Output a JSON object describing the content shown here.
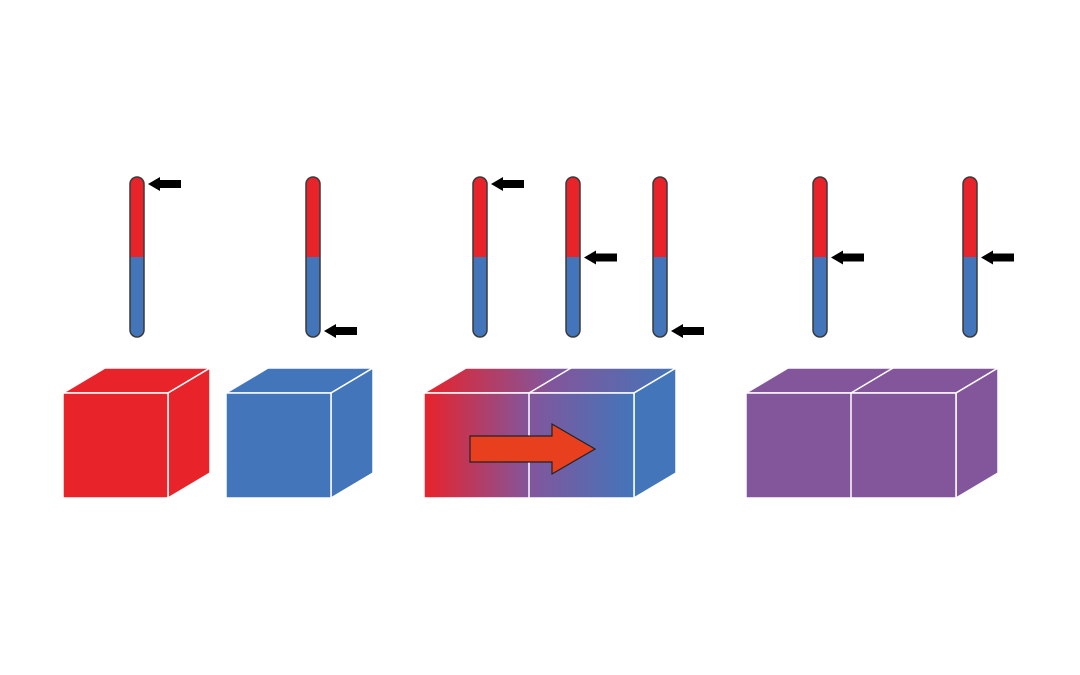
{
  "colors": {
    "hot": "#E8232A",
    "cold": "#4375BA",
    "mixed": "#83559B",
    "arrow_fill": "#E8401E",
    "pointer": "#000000",
    "outline": "#3a3a3a"
  },
  "thermometers": [
    {
      "id": "hot-block",
      "level": 1.0
    },
    {
      "id": "cold-block",
      "level": 0.0
    },
    {
      "id": "contact-left",
      "level": 1.0
    },
    {
      "id": "contact-middle",
      "level": 0.5
    },
    {
      "id": "contact-right",
      "level": 0.0
    },
    {
      "id": "equilibrium-left",
      "level": 0.5
    },
    {
      "id": "equilibrium-right",
      "level": 0.5
    }
  ],
  "stages": [
    {
      "id": "separate",
      "description_icon": "two-separate-cubes"
    },
    {
      "id": "in-contact",
      "description_icon": "heat-flow-arrow"
    },
    {
      "id": "equilibrium",
      "description_icon": "uniform-temperature-cubes"
    }
  ]
}
